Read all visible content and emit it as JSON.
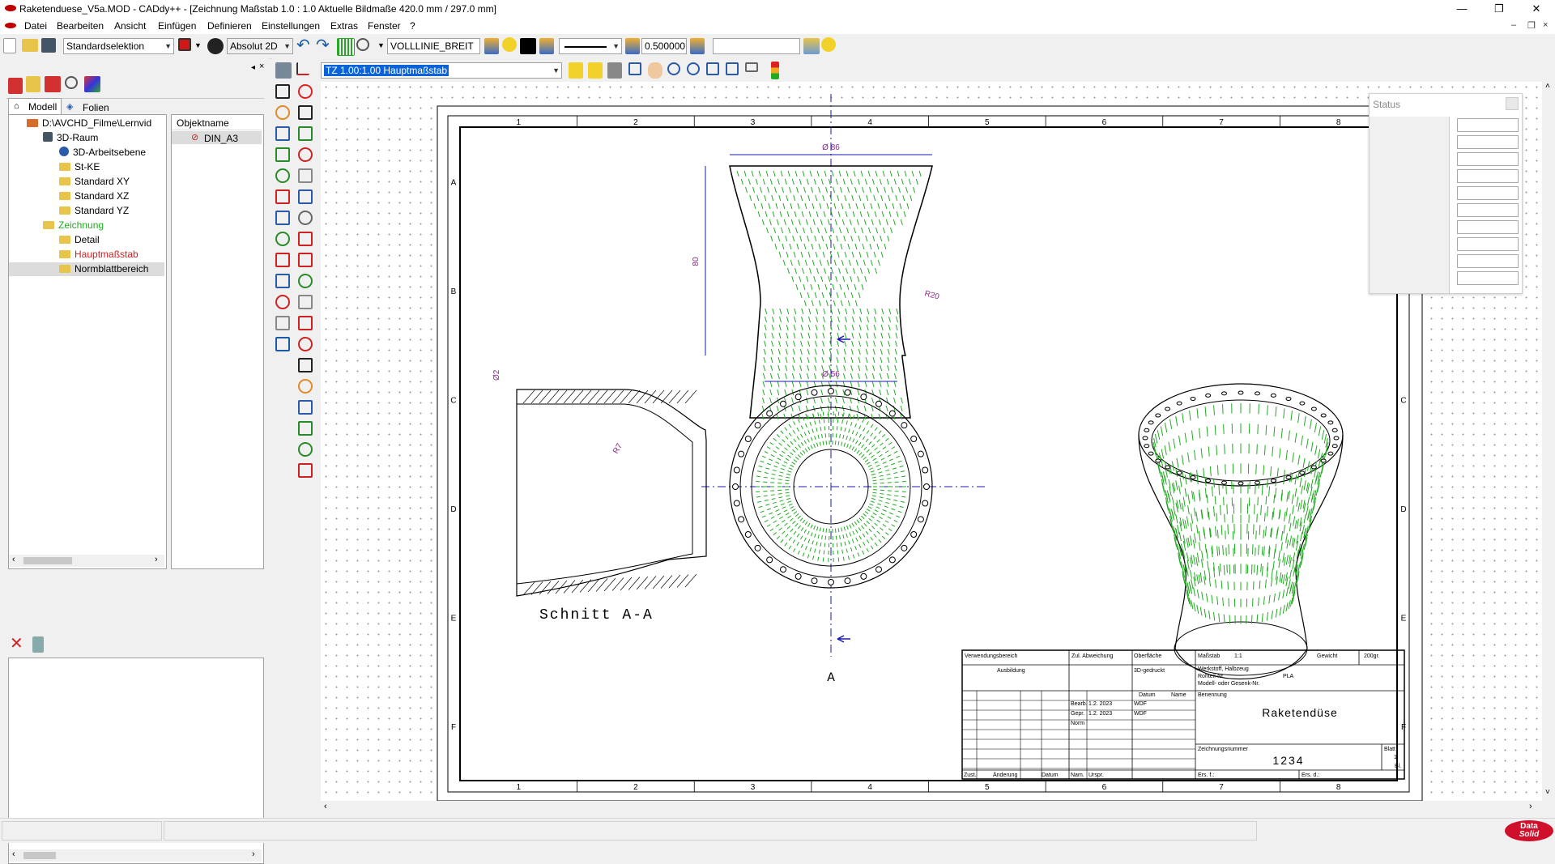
{
  "window": {
    "title": "Raketenduese_V5a.MOD  -  CADdy++ - [Zeichnung   Maßstab 1.0 : 1.0   Aktuelle Bildmaße 420.0 mm / 297.0 mm]",
    "minimize": "—",
    "maximize": "❐",
    "close": "✕"
  },
  "menu": {
    "items": [
      "Datei",
      "Bearbeiten",
      "Ansicht",
      "Einfügen",
      "Definieren",
      "Einstellungen",
      "Extras",
      "Fenster",
      "?"
    ],
    "mdi_min": "–",
    "mdi_restore": "❐",
    "mdi_close": "×"
  },
  "toolbar": {
    "selection_mode": "Standardselektion",
    "coord_mode": "Absolut 2D",
    "line_type": "VOLLLINIE_BREIT",
    "line_width": "0.500000",
    "extra_field": ""
  },
  "toolbar2": {
    "view": "TZ 1.00:1.00 Hauptmaßstab"
  },
  "sidebar": {
    "tabs": [
      "Modell",
      "Folien"
    ],
    "tree": [
      {
        "label": "D:\\AVCHD_Filme\\Lernvid",
        "indent": 0,
        "color": "#000000",
        "kind": "root"
      },
      {
        "label": "3D-Raum",
        "indent": 1,
        "color": "#000000",
        "kind": "cube"
      },
      {
        "label": "3D-Arbeitsebene",
        "indent": 2,
        "color": "#000000",
        "kind": "globe"
      },
      {
        "label": "St-KE",
        "indent": 2,
        "color": "#000000",
        "kind": "folder"
      },
      {
        "label": "Standard XY",
        "indent": 2,
        "color": "#000000",
        "kind": "folder"
      },
      {
        "label": "Standard XZ",
        "indent": 2,
        "color": "#000000",
        "kind": "folder"
      },
      {
        "label": "Standard YZ",
        "indent": 2,
        "color": "#000000",
        "kind": "folder"
      },
      {
        "label": "Zeichnung",
        "indent": 1,
        "color": "#22aa22",
        "kind": "folder"
      },
      {
        "label": "Detail",
        "indent": 2,
        "color": "#000000",
        "kind": "folder"
      },
      {
        "label": "Hauptmaßstab",
        "indent": 2,
        "color": "#cc2222",
        "kind": "folder"
      },
      {
        "label": "Normblattbereich",
        "indent": 2,
        "color": "#000000",
        "kind": "folder",
        "selected": true
      }
    ],
    "objects_header": "Objektname",
    "objects": [
      "DIN_A3"
    ]
  },
  "status_panel": {
    "title": "Status"
  },
  "drawing": {
    "col_labels": [
      "1",
      "2",
      "3",
      "4",
      "5",
      "6",
      "7",
      "8"
    ],
    "row_labels": [
      "A",
      "B",
      "C",
      "D",
      "E",
      "F"
    ],
    "dims": {
      "top_diameter": "Ø 86",
      "height": "80",
      "radius": "R20",
      "bottom_diameter": "Ø 56",
      "wall": "Ø2",
      "inner_radius": "R7"
    },
    "section_label": "Schnitt A-A",
    "section_marker": "A",
    "title_block": {
      "verwendung": "Verwendungsbereich",
      "zul_abw": "Zul. Abweichung",
      "oberflaeche": "Oberfläche",
      "massstab": "Maßstab",
      "massstab_val": "1:1",
      "gewicht": "Gewicht",
      "gewicht_val": "200gr.",
      "ausbildung": "Ausbildung",
      "druck": "3D-gedruckt",
      "werkstoff": "Werkstoff, Halbzeug",
      "rohteil": "Rohteil-Nr.",
      "material": "PLA",
      "modell": "Modell- oder Gesenk-Nr.",
      "datum": "Datum",
      "name": "Name",
      "benennung": "Benennung",
      "bearb": "Bearb.",
      "gepr": "Gepr.",
      "norm": "Norm",
      "date1": "1.2. 2023",
      "date2": "1.2. 2023",
      "name1": "WDF",
      "name2": "WDF",
      "part_name": "Raketendüse",
      "zeichnungsnummer": "Zeichnungsnummer",
      "drawing_number": "1234",
      "blatt": "Blatt",
      "blatt_val": "1",
      "bl": "Bl.",
      "zust": "Zust.",
      "aenderung": "Änderung",
      "datum2": "Datum",
      "name3": "Nam.",
      "urspr": "Urspr.",
      "ers_f": "Ers. f.:",
      "ers_d": "Ers. d.:"
    }
  },
  "brand": {
    "line1": "Data",
    "line2": "Solid"
  },
  "colors": {
    "green": "#22aa22",
    "blue": "#1a1ab0",
    "dim": "#8a2a8a",
    "brand_red": "#d0102a"
  }
}
